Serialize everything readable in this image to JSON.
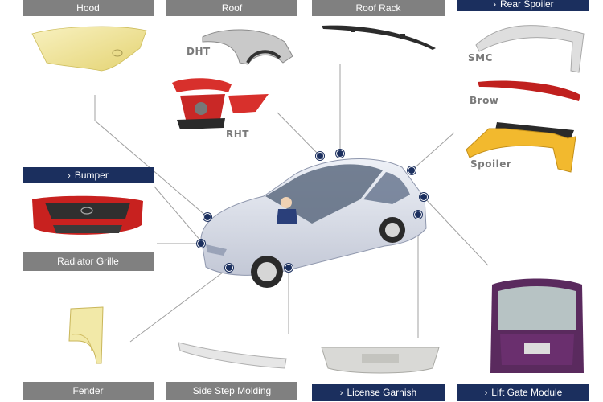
{
  "labels": {
    "hood": "Hood",
    "roof": "Roof",
    "roof_rack": "Roof Rack",
    "rear_spoiler": "Rear Spoiler",
    "bumper": "Bumper",
    "radiator_grille": "Radiator Grille",
    "fender": "Fender",
    "side_step_molding": "Side Step Molding",
    "license_garnish": "License Garnish",
    "lift_gate_module": "Lift Gate Module"
  },
  "sublabels": {
    "dht": "DHT",
    "rht": "RHT",
    "smc": "SMC",
    "brow": "Brow",
    "spoiler": "Spoiler"
  },
  "chevron": "›",
  "colors": {
    "gray_label": "#808080",
    "navy_label": "#1b2f5e",
    "hotspot": "#1b2f5e",
    "connector": "#a0a0a0"
  }
}
